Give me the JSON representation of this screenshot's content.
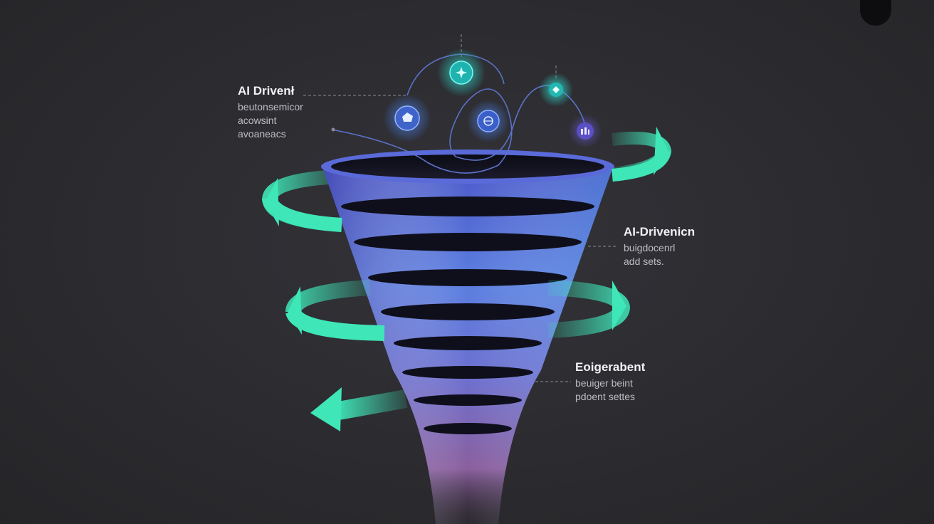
{
  "labels": {
    "top_left": {
      "title": "AI Drivenł",
      "lines": [
        "beutonsemicor",
        "acowsint",
        "avoaneacs"
      ]
    },
    "right_1": {
      "title": "AI-Drivenicn",
      "lines": [
        "buigdocenrl",
        "add sets."
      ]
    },
    "right_2": {
      "title": "Eoigerabent",
      "lines": [
        "beuiger  beint",
        "pdoent settes"
      ]
    }
  },
  "colors": {
    "background": "#2c2c30",
    "funnel_top": "#4a5bd0",
    "funnel_mid": "#5f7fe6",
    "funnel_bottom": "#8a5a9a",
    "arrow": "#3fe6b8",
    "node_teal": "#2fd6c8",
    "node_blue": "#4a7be0",
    "node_violet": "#6a5cd6"
  },
  "nodes": [
    {
      "name": "node-top",
      "icon": "sparkle-icon"
    },
    {
      "name": "node-left",
      "icon": "cube-icon"
    },
    {
      "name": "node-center",
      "icon": "globe-icon"
    },
    {
      "name": "node-right-top",
      "icon": "tag-icon"
    },
    {
      "name": "node-right",
      "icon": "users-icon"
    }
  ]
}
